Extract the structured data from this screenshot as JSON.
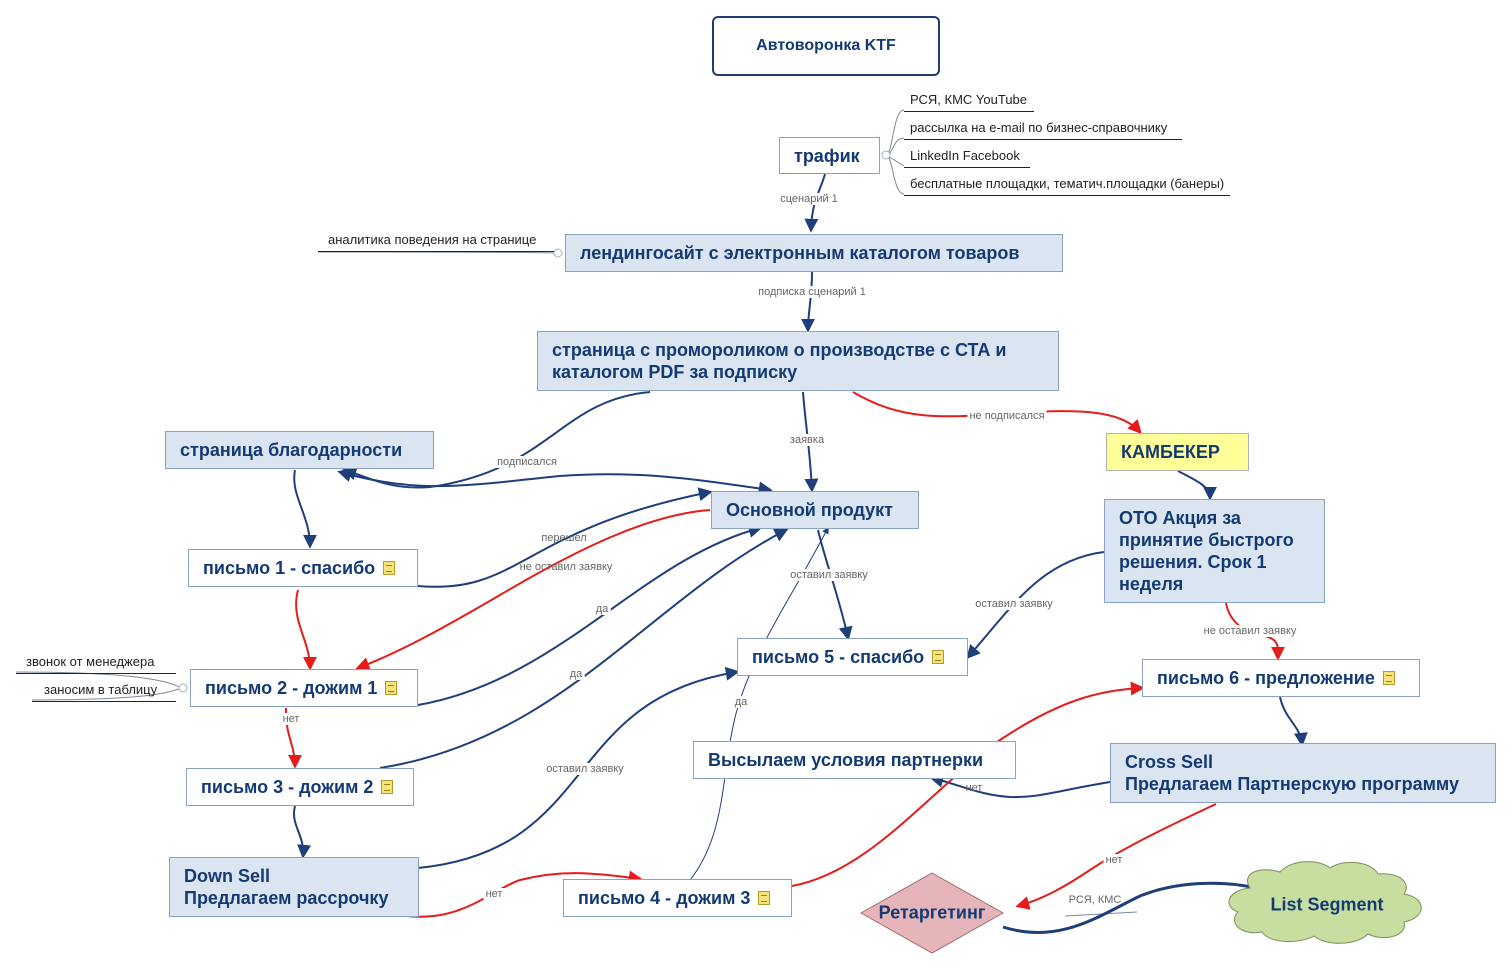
{
  "colors": {
    "connector_blue": "#1f3f7a",
    "connector_red": "#e41c1c",
    "node_blue_fill": "#dbe5f1",
    "camebacker_fill": "#ffff99",
    "retargeting_fill": "#e6b5b9",
    "list_segment_fill": "#c8dea0",
    "node_text": "#133a73"
  },
  "title": "Автоворонка KTF",
  "nodes": {
    "traffic": "трафик",
    "landing": "лендингосайт с электронным каталогом товаров",
    "promo_page_line1": "страница с промороликом о производстве с СТА и",
    "promo_page_line2": "каталогом PDF за подписку",
    "thanks_page": "страница благодарности",
    "main_product": "Основной продукт",
    "camebacker": "КАМБЕКЕР",
    "oto_line1": "ОТО Акция за",
    "oto_line2": "принятие быстрого",
    "oto_line3": "решения. Срок 1",
    "oto_line4": "неделя",
    "letter1": "письмо 1 - спасибо",
    "letter2": "письмо 2 - дожим 1",
    "letter3": "письмо 3 - дожим 2",
    "letter4": "письмо 4 - дожим 3",
    "letter5": "письмо 5 - спасибо",
    "letter6": "письмо 6 - предложение",
    "downsell_line1": "Down Sell",
    "downsell_line2": "Предлагаем рассрочку",
    "partner_terms": "Высылаем условия партнерки",
    "crosssell_line1": "Cross Sell",
    "crosssell_line2": "Предлагаем Партнерскую программу",
    "retargeting": "Ретаргетинг",
    "list_segment": "List Segment"
  },
  "traffic_sources": [
    "РСЯ, КМС YouTube",
    "рассылка на e-mail по бизнес-справочнику",
    "LinkedIn Facebook",
    "бесплатные площадки, тематич.площадки (банеры)"
  ],
  "side_notes": {
    "landing_analytics": "аналитика поведения на странице",
    "manager_call": "звонок от менеджера",
    "add_to_table": "заносим в таблицу"
  },
  "edge_labels": {
    "scenario1": "сценарий 1",
    "subscribe_scenario1": "подписка сценарий 1",
    "subscribed": "подписался",
    "request": "заявка",
    "not_subscribed": "не подписался",
    "went_over": "перешел",
    "no_request_1": "не оставил заявку",
    "yes_1": "да",
    "yes_2": "да",
    "yes_3": "да",
    "left_request_1": "оставил заявку",
    "left_request_2": "оставил заявку",
    "left_request_3": "оставил заявку",
    "no_request_2": "не оставил заявку",
    "no_1": "нет",
    "no_2": "нет",
    "no_3": "нет",
    "no_4": "нет",
    "rsa_kms": "РСЯ, КМС"
  }
}
